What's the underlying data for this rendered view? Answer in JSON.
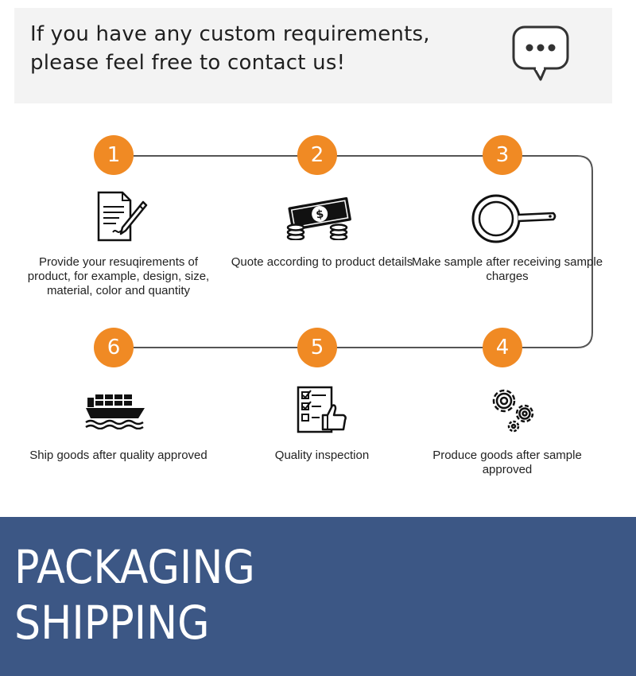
{
  "banner": {
    "line1": "If you have any custom requirements,",
    "line2": "please feel free to contact us!",
    "icon": "chat-bubble-icon"
  },
  "steps": [
    {
      "number": "1",
      "icon": "document-pen-icon",
      "text": "Provide your resuqirements of product, for example, design, size, material, color and quantity"
    },
    {
      "number": "2",
      "icon": "money-coins-icon",
      "text": "Quote according to product details"
    },
    {
      "number": "3",
      "icon": "frying-pan-icon",
      "text": "Make sample after  receiving sample charges"
    },
    {
      "number": "4",
      "icon": "gears-icon",
      "text": "Produce goods after sample approved"
    },
    {
      "number": "5",
      "icon": "checklist-thumbs-up-icon",
      "text": "Quality inspection"
    },
    {
      "number": "6",
      "icon": "cargo-ship-icon",
      "text": "Ship goods after quality approved"
    }
  ],
  "colors": {
    "accent": "#f08a24",
    "footer": "#3c5785"
  },
  "footer": {
    "line1": "PACKAGING",
    "line2": "SHIPPING"
  }
}
